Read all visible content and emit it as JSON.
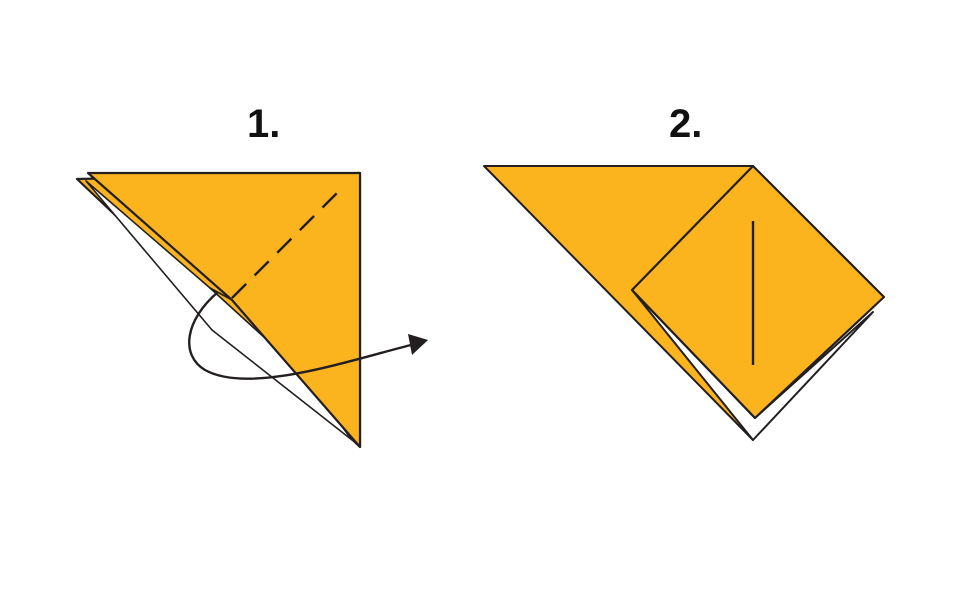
{
  "steps": [
    {
      "label": "1."
    },
    {
      "label": "2."
    }
  ],
  "colors": {
    "paper": "#FBB41E",
    "paper_back": "#FFFFFF",
    "outline": "#231F20",
    "arrow": "#231F20",
    "fold_line": "#231F20",
    "background": "#FFFFFF"
  },
  "icons": {
    "step1_arrow": "curved-arrow-icon",
    "step1_fold_line": "dashed-fold-line"
  }
}
